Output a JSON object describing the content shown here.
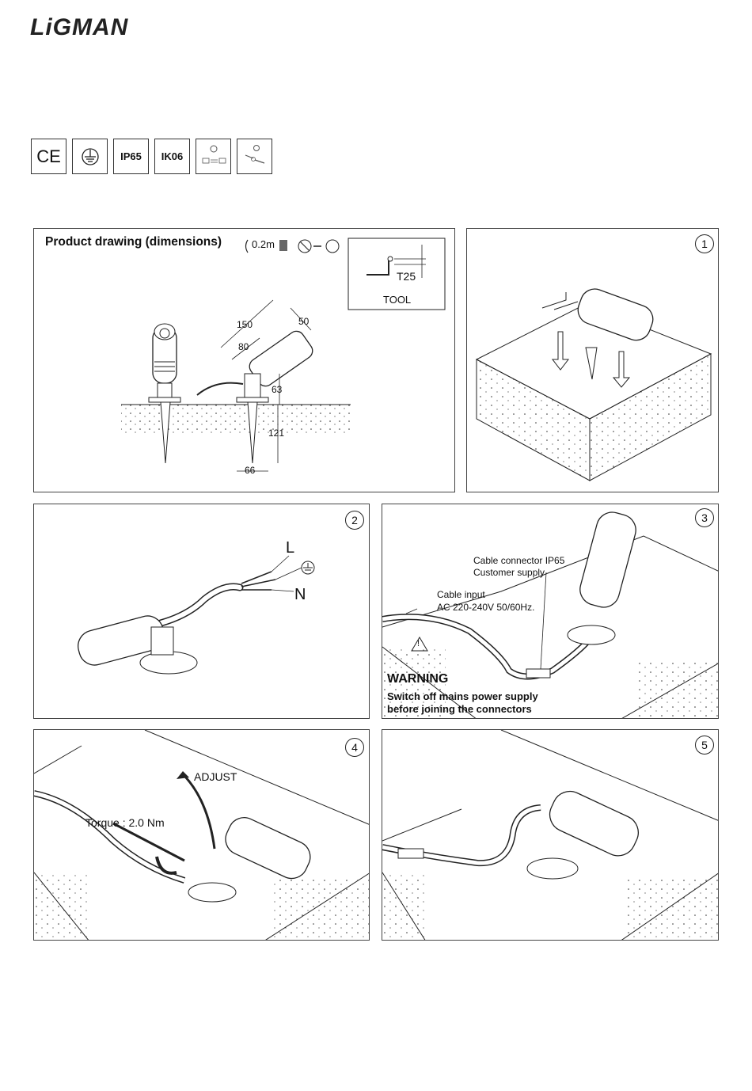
{
  "brand": {
    "logo_text": "LiGMAN"
  },
  "certifications": {
    "ce": "CE",
    "earth_icon": "earth-ground-icon",
    "ip": "IP65",
    "ik": "IK06"
  },
  "product_drawing": {
    "title": "Product drawing (dimensions)",
    "distance": "0.2m",
    "tool_label": "TOOL",
    "tool_size": "T25",
    "dim_150": "150",
    "dim_80": "80",
    "dim_50": "50",
    "dim_63": "63",
    "dim_121": "121",
    "dim_66": "66"
  },
  "steps": {
    "s1": "1",
    "s2": "2",
    "s3": "3",
    "s4": "4",
    "s5": "5"
  },
  "step2": {
    "live": "L",
    "neutral": "N"
  },
  "step3": {
    "connector_line1": "Cable connector IP65",
    "connector_line2": "Customer supply",
    "cable_input_line1": "Cable input",
    "cable_input_line2": "AC 220-240V 50/60Hz.",
    "warning_title": "WARNING",
    "warning_line1": "Switch off mains power supply",
    "warning_line2": "before joining the connectors",
    "warning_symbol": "!"
  },
  "step4": {
    "adjust": "ADJUST",
    "torque": "Torque : 2.0 Nm"
  }
}
